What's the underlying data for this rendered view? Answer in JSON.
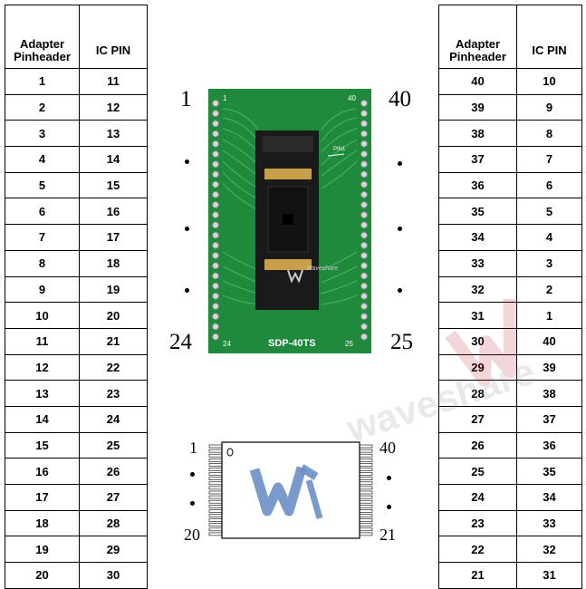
{
  "headers": {
    "left": [
      "Adapter Pinheader",
      "IC PIN"
    ],
    "right": [
      "Adapter Pinheader",
      "IC PIN"
    ]
  },
  "left_rows": [
    [
      "1",
      "11"
    ],
    [
      "2",
      "12"
    ],
    [
      "3",
      "13"
    ],
    [
      "4",
      "14"
    ],
    [
      "5",
      "15"
    ],
    [
      "6",
      "16"
    ],
    [
      "7",
      "17"
    ],
    [
      "8",
      "18"
    ],
    [
      "9",
      "19"
    ],
    [
      "10",
      "20"
    ],
    [
      "11",
      "21"
    ],
    [
      "12",
      "22"
    ],
    [
      "13",
      "23"
    ],
    [
      "14",
      "24"
    ],
    [
      "15",
      "25"
    ],
    [
      "16",
      "26"
    ],
    [
      "17",
      "27"
    ],
    [
      "18",
      "28"
    ],
    [
      "19",
      "29"
    ],
    [
      "20",
      "30"
    ]
  ],
  "right_rows": [
    [
      "40",
      "10"
    ],
    [
      "39",
      "9"
    ],
    [
      "38",
      "8"
    ],
    [
      "37",
      "7"
    ],
    [
      "36",
      "6"
    ],
    [
      "35",
      "5"
    ],
    [
      "34",
      "4"
    ],
    [
      "33",
      "3"
    ],
    [
      "32",
      "2"
    ],
    [
      "31",
      "1"
    ],
    [
      "30",
      "40"
    ],
    [
      "29",
      "39"
    ],
    [
      "28",
      "38"
    ],
    [
      "27",
      "37"
    ],
    [
      "26",
      "36"
    ],
    [
      "25",
      "35"
    ],
    [
      "24",
      "34"
    ],
    [
      "23",
      "33"
    ],
    [
      "22",
      "32"
    ],
    [
      "21",
      "31"
    ]
  ],
  "adapter": {
    "label_top_left": "1",
    "label_top_right": "40",
    "label_bottom_left": "24",
    "label_bottom_right": "25",
    "board_label": "SDP-40TS",
    "pcb_pin1": "1",
    "pcb_pin40": "40",
    "pcb_pin24": "24",
    "pcb_pin25": "25",
    "pin1_marker": "PIN1",
    "socket_brand": "Waveshare"
  },
  "chip": {
    "label_top_left": "1",
    "label_top_right": "40",
    "label_bottom_left": "20",
    "label_bottom_right": "21"
  },
  "watermark": "waveshare",
  "colors": {
    "pcb_green": "#1f8a3c",
    "pcb_trace": "#3fb35a",
    "socket_black": "#1a1a1a",
    "logo_blue": "#6b8fc7",
    "watermark_red": "#c0202a"
  }
}
